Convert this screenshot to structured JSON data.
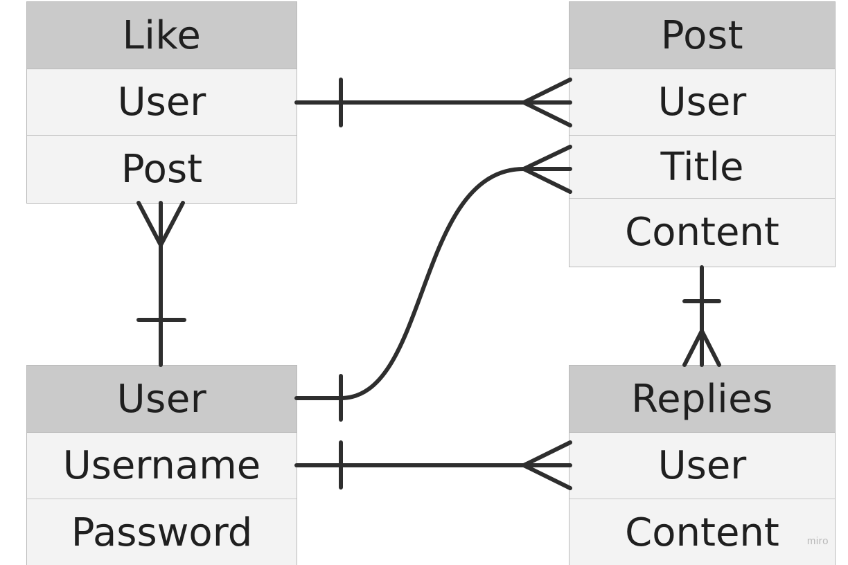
{
  "entities": {
    "like": {
      "title": "Like",
      "fields": [
        "User",
        "Post"
      ]
    },
    "post": {
      "title": "Post",
      "fields": [
        "User",
        "Title",
        "Content"
      ]
    },
    "user": {
      "title": "User",
      "fields": [
        "Username",
        "Password"
      ]
    },
    "replies": {
      "title": "Replies",
      "fields": [
        "User",
        "Content"
      ]
    }
  },
  "relationships": [
    {
      "from": "like.User",
      "to": "post.User",
      "from_cardinality": "one",
      "to_cardinality": "many"
    },
    {
      "from": "user.User",
      "to": "post.Title",
      "from_cardinality": "one",
      "to_cardinality": "many"
    },
    {
      "from": "user.Username",
      "to": "replies.User",
      "from_cardinality": "one",
      "to_cardinality": "many"
    },
    {
      "from": "user",
      "to": "like",
      "from_cardinality": "one",
      "to_cardinality": "many"
    },
    {
      "from": "post",
      "to": "replies",
      "from_cardinality": "one",
      "to_cardinality": "many"
    }
  ],
  "colors": {
    "header_bg": "#cacaca",
    "row_bg": "#f3f3f3",
    "border": "#b9b9b9",
    "connector": "#2e2e2e",
    "text": "#1f1f1f"
  },
  "watermark": "miro"
}
